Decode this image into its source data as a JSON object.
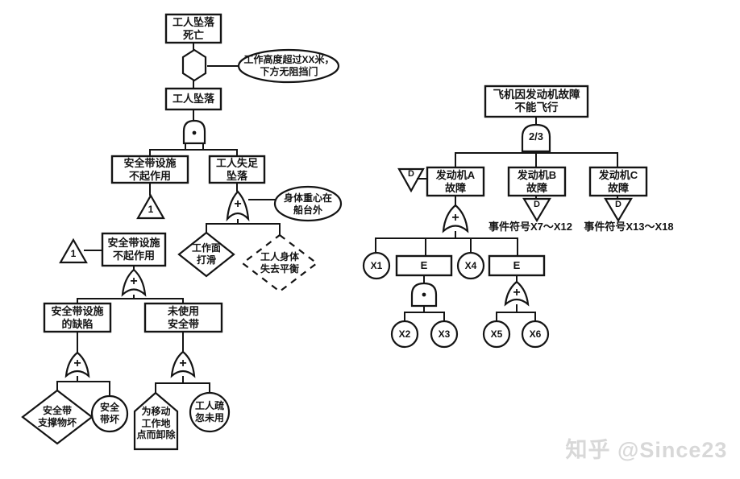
{
  "colors": {
    "stroke": "#141414",
    "background": "#ffffff",
    "watermark": "#d8d8d8"
  },
  "symbols": {
    "or": "+",
    "and_dot": "·",
    "vote": "2/3",
    "transfer_1": "1",
    "transfer_d": "D",
    "e_label": "E"
  },
  "left_tree": {
    "top_event": "工人坠落\n死亡",
    "condition1": "工作高度超过XX米，\n下方无阻挡门",
    "fall_event": "工人坠落",
    "belt_ineffective": "安全带设施\n不起作用",
    "worker_misstep": "工人失足\n坠落",
    "condition2": "身体重心在\n船台外",
    "surface_slip": "工作面\n打滑",
    "lose_balance": "工人身体\n失去平衡",
    "belt_ineffective2": "安全带设施\n不起作用",
    "belt_defect": "安全带设施\n的缺陷",
    "belt_unused": "未使用\n安全带",
    "support_broken": "安全带\n支撑物坏",
    "belt_broken": "安全\n带坏",
    "removed_for_move": "为移动\n工作地\n点而卸除",
    "worker_neglect": "工人疏\n忽未用"
  },
  "right_tree": {
    "top_event": "飞机因发动机故障\n不能飞行",
    "engine_a": "发动机A\n故障",
    "engine_b": "发动机B\n故障",
    "engine_c": "发动机C\n故障",
    "note_b": "事件符号X7～X12",
    "note_c": "事件符号X13～X18",
    "x1": "X1",
    "x2": "X2",
    "x3": "X3",
    "x4": "X4",
    "x5": "X5",
    "x6": "X6"
  },
  "watermark": "知乎 @Since23"
}
